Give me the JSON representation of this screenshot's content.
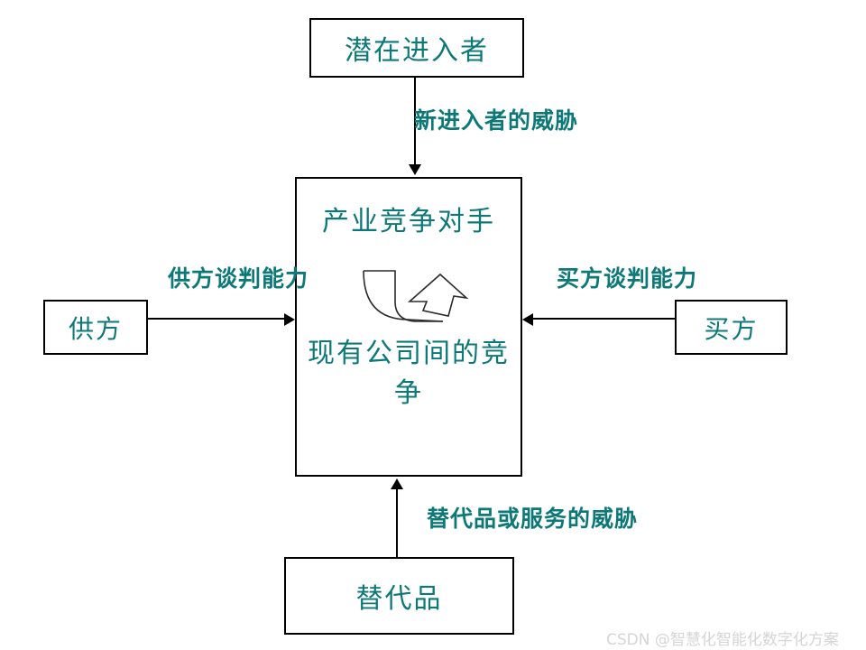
{
  "diagram": {
    "title": "Porter Five Forces",
    "accent_color": "#0d7878",
    "line_color": "#000000",
    "background": "#ffffff",
    "nodes": {
      "potential_entrants": "潜在进入者",
      "industry_rivalry_title": "产业竞争对手",
      "industry_rivalry_subtitle": "现有公司间的竞争",
      "suppliers": "供方",
      "buyers": "买方",
      "substitutes": "替代品"
    },
    "edge_labels": {
      "threat_of_new_entrants": "新进入者的威胁",
      "supplier_bargaining_power": "供方谈判能力",
      "buyer_bargaining_power": "买方谈判能力",
      "threat_of_substitutes": "替代品或服务的威胁"
    },
    "center_icon": "curved-rotation-arrow-icon"
  },
  "watermark": {
    "text": "CSDN @智慧化智能化数字化方案"
  }
}
